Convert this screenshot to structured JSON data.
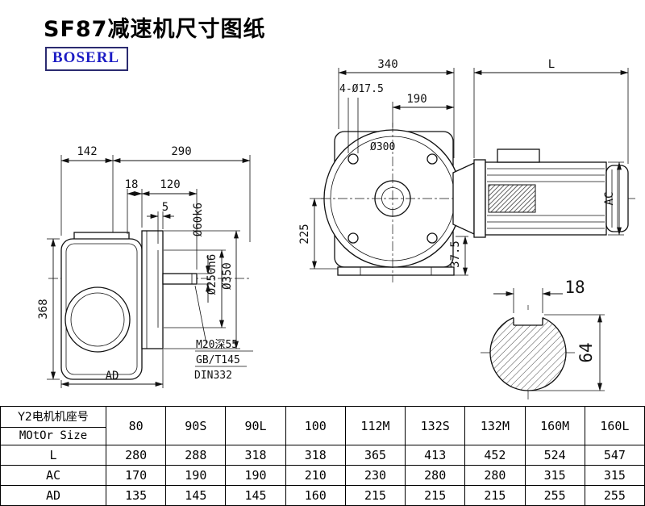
{
  "page": {
    "title": "SF87减速机尺寸图纸",
    "logo": "BOSERL"
  },
  "side_view": {
    "dim_142": "142",
    "dim_290": "290",
    "dim_18": "18",
    "dim_120": "120",
    "dim_5": "5",
    "dim_368": "368",
    "dim_ad": "AD",
    "dia_shaft": "Ø60k6",
    "dia_spigot": "Ø250h6",
    "dia_flange": "Ø350",
    "note_tap": "M20深55",
    "note_gb": "GB/T145",
    "note_din": "DIN332"
  },
  "front_view": {
    "dim_340": "340",
    "dim_L": "L",
    "dim_190": "190",
    "holes": "4-Ø17.5",
    "dia_300": "Ø300",
    "dim_225": "225",
    "dim_37_5": "37.5",
    "dim_ac": "AC"
  },
  "shaft_section": {
    "dim_18": "18",
    "dim_64": "64"
  },
  "table": {
    "header_cn": "Y2电机机座号",
    "header_en": "MOtOr Size",
    "sizes": [
      "80",
      "90S",
      "90L",
      "100",
      "112M",
      "132S",
      "132M",
      "160M",
      "160L"
    ],
    "rows": [
      {
        "label": "L",
        "values": [
          "280",
          "288",
          "318",
          "318",
          "365",
          "413",
          "452",
          "524",
          "547"
        ]
      },
      {
        "label": "AC",
        "values": [
          "170",
          "190",
          "190",
          "210",
          "230",
          "280",
          "280",
          "315",
          "315"
        ]
      },
      {
        "label": "AD",
        "values": [
          "135",
          "145",
          "145",
          "160",
          "215",
          "215",
          "215",
          "255",
          "255"
        ]
      }
    ]
  }
}
